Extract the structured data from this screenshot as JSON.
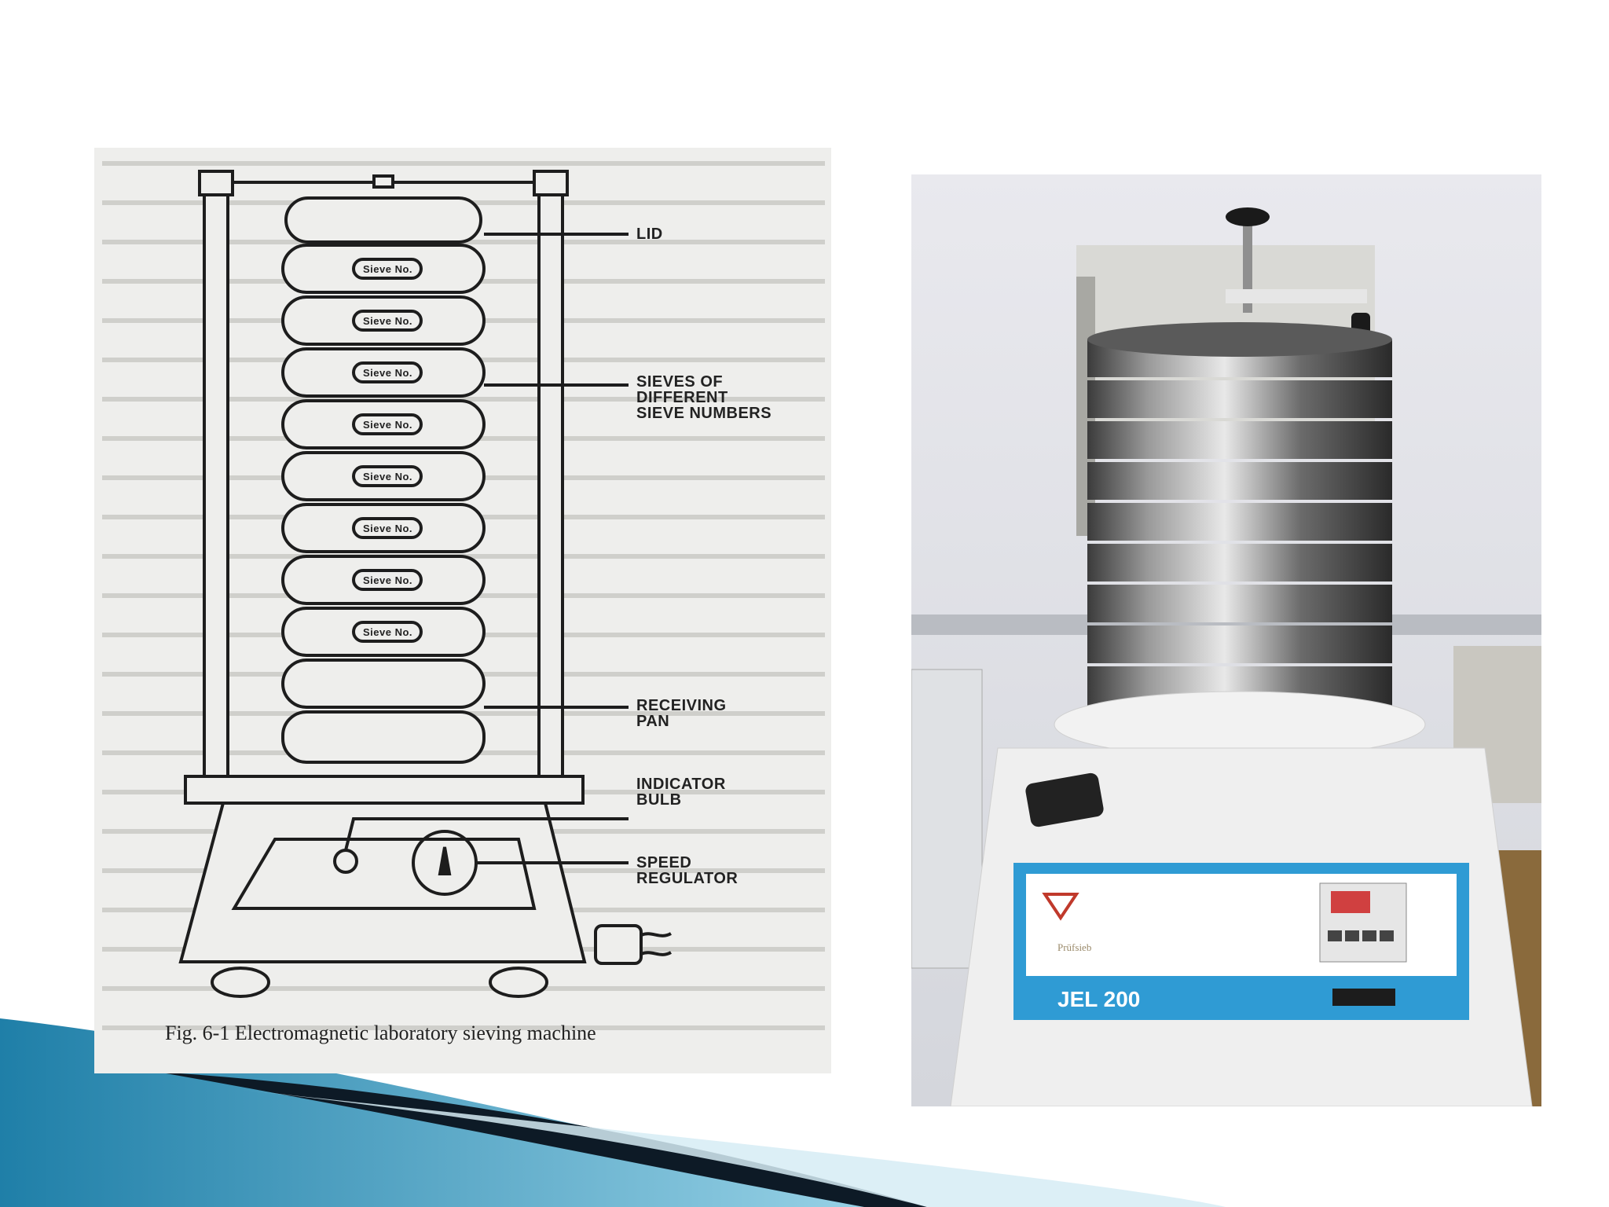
{
  "diagram": {
    "caption": "Fig. 6-1  Electromagnetic laboratory sieving machine",
    "labels": {
      "lid": "LID",
      "sieves": "SIEVES OF\nDIFFERENT\nSIEVE NUMBERS",
      "pan": "RECEIVING\nPAN",
      "bulb": "INDICATOR\nBULB",
      "speed": "SPEED\nREGULATOR"
    },
    "sieve_tag": "Sieve No."
  },
  "photo": {
    "model_label": "JEL 200",
    "brand_small": "Prüfsieb"
  },
  "colors": {
    "accent_dark": "#0d1a26",
    "accent_blue": "#2aa3c8",
    "accent_light": "#b8e0ee",
    "panel_blue": "#2f9bd4"
  }
}
